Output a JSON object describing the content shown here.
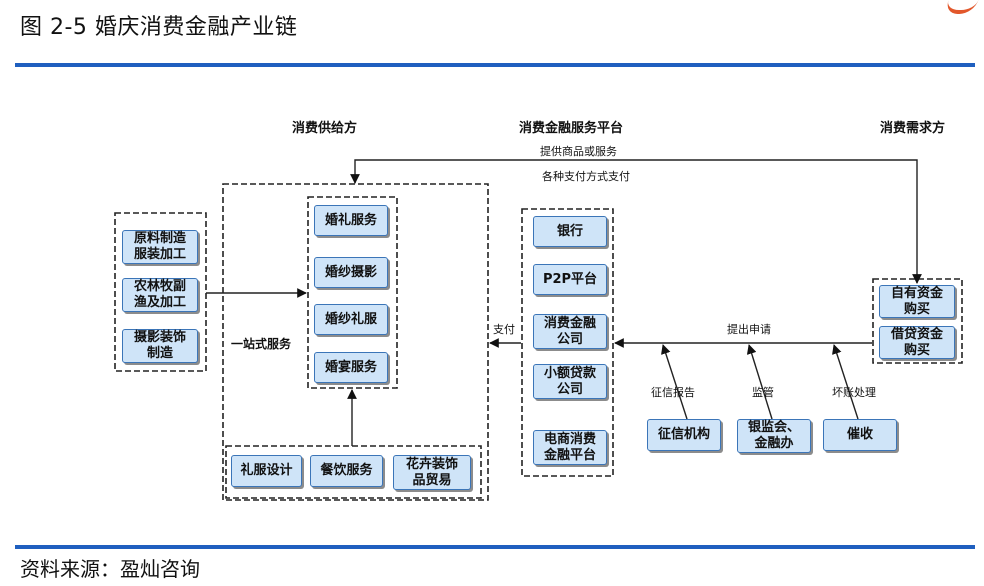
{
  "title": "图 2-5 婚庆消费金融产业链",
  "source": "资料来源：盈灿咨询",
  "columns": {
    "supply": "消费供给方",
    "platform": "消费金融服务平台",
    "demand": "消费需求方"
  },
  "upstream_boxes": [
    "原料制造\n服装加工",
    "农林牧副\n渔及加工",
    "摄影装饰\n制造"
  ],
  "wedding_services": [
    "婚礼服务",
    "婚纱摄影",
    "婚纱礼服",
    "婚宴服务"
  ],
  "support_services": [
    "礼服设计",
    "餐饮服务",
    "花卉装饰\n品贸易"
  ],
  "platforms": [
    "银行",
    "P2P平台",
    "消费金融\n公司",
    "小额贷款\n公司",
    "电商消费\n金融平台"
  ],
  "demand_boxes": [
    "自有资金\n购买",
    "借贷资金\n购买"
  ],
  "regulators": [
    "征信机构",
    "银监会、\n金融办",
    "催收"
  ],
  "labels": {
    "provide_goods": "提供商品或服务",
    "pay_methods": "各种支付方式支付",
    "one_stop": "一站式服务",
    "pay": "支付",
    "apply": "提出申请",
    "credit_report": "征信报告",
    "supervise": "监管",
    "bad_debt": "坏账处理"
  }
}
